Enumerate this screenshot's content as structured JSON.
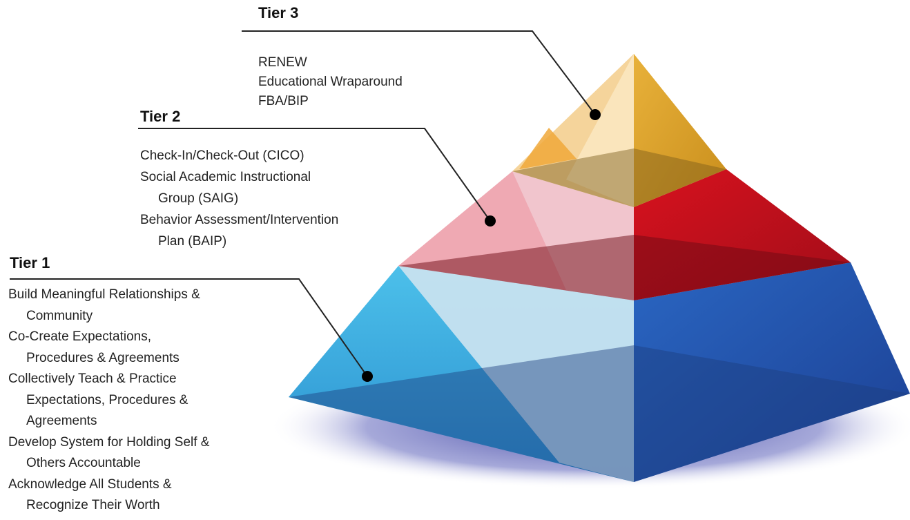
{
  "tiers": [
    {
      "title": "Tier 3",
      "color": "#e9a93a",
      "items": [
        [
          "RENEW"
        ],
        [
          "Educational Wraparound"
        ],
        [
          "FBA/BIP"
        ]
      ]
    },
    {
      "title": "Tier 2",
      "color": "#c9132a",
      "items": [
        [
          "Check-In/Check-Out (CICO)"
        ],
        [
          "Social Academic Instructional",
          "Group (SAIG)"
        ],
        [
          "Behavior Assessment/Intervention",
          "Plan (BAIP)"
        ]
      ]
    },
    {
      "title": "Tier 1",
      "color": "#2a63b3",
      "items": [
        [
          "Build Meaningful Relationships &",
          "Community"
        ],
        [
          "Co-Create Expectations,",
          "Procedures & Agreements"
        ],
        [
          "Collectively Teach & Practice",
          "Expectations, Procedures &",
          "Agreements"
        ],
        [
          "Develop System for Holding Self &",
          "Others Accountable"
        ],
        [
          "Acknowledge All Students &",
          "Recognize Their Worth"
        ]
      ]
    }
  ]
}
